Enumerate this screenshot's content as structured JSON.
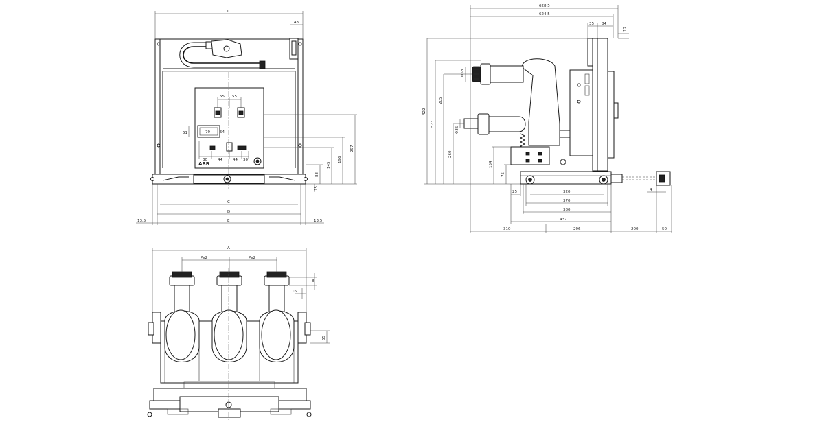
{
  "front_view": {
    "dims": {
      "L": "L",
      "d43": "43",
      "d55a": "55",
      "d55b": "55",
      "d51": "51",
      "d79": "79",
      "d54": "54",
      "d30a": "30",
      "d44a": "44",
      "d44b": "44",
      "d30b": "30",
      "d297": "297",
      "d196": "196",
      "d145": "145",
      "d83": "83",
      "d15": "15",
      "C": "C",
      "D": "D",
      "E": "E",
      "d13_5a": "13.5",
      "d13_5b": "13.5"
    },
    "logo_text": "ABB"
  },
  "side_view": {
    "dims": {
      "d628_5": "628.5",
      "d624_5": "624.5",
      "d35": "35",
      "d84": "84",
      "d12": "12",
      "d422": "422",
      "d523": "523",
      "d205": "205",
      "d260": "260",
      "phi53": "Φ53",
      "phi35": "Φ35",
      "d154": "154",
      "d75": "75",
      "d25": "25",
      "d320": "320",
      "d370": "370",
      "d380": "380",
      "d437": "437",
      "d310": "310",
      "d296": "296",
      "d200": "200",
      "d50": "50",
      "d4": "4"
    }
  },
  "top_view": {
    "dims": {
      "A": "A",
      "Px2a": "Px2",
      "Px2b": "Px2",
      "d8": "8",
      "d16": "16",
      "d55": "55"
    }
  }
}
